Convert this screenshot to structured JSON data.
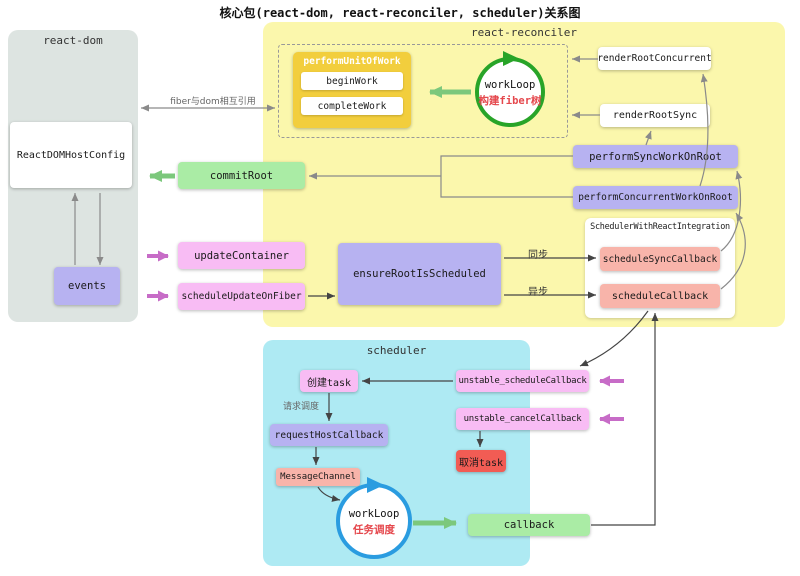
{
  "title": "核心包(react-dom, react-reconciler, scheduler)关系图",
  "react_dom": {
    "label": "react-dom",
    "host_config": "ReactDOMHostConfig",
    "events": "events"
  },
  "reconciler": {
    "label": "react-reconciler",
    "perform_unit_of_work": "performUnitOfWork",
    "begin_work": "beginWork",
    "complete_work": "completeWork",
    "work_loop": "workLoop",
    "work_loop_sub": "构建fiber树",
    "render_root_concurrent": "renderRootConcurrent",
    "render_root_sync": "renderRootSync",
    "perform_sync_work_on_root": "performSyncWorkOnRoot",
    "perform_concurrent_work_on_root": "performConcurrentWorkOnRoot",
    "commit_root": "commitRoot",
    "update_container": "updateContainer",
    "schedule_update_on_fiber": "scheduleUpdateOnFiber",
    "ensure_root_is_scheduled": "ensureRootIsScheduled",
    "integration": "SchedulerWithReactIntegration",
    "schedule_sync_callback": "scheduleSyncCallback",
    "schedule_callback": "scheduleCallback",
    "sync_label": "同步",
    "async_label": "异步",
    "fiber_dom_label": "fiber与dom相互引用"
  },
  "scheduler": {
    "label": "scheduler",
    "create_task": "创建task",
    "request_schedule": "请求调度",
    "request_host_callback": "requestHostCallback",
    "message_channel": "MessageChannel",
    "work_loop": "workLoop",
    "work_loop_sub": "任务调度",
    "unstable_schedule_callback": "unstable_scheduleCallback",
    "unstable_cancel_callback": "unstable_cancelCallback",
    "cancel_task": "取消task",
    "callback": "callback"
  },
  "colors": {
    "region_reconciler": "#fbf7ac",
    "region_scheduler": "#aeeaf3",
    "region_react_dom": "#dde4e1",
    "node_purple": "#b7b2f1",
    "node_pink": "#f8bcf4",
    "node_salmon": "#f8b4aa",
    "node_green": "#aaeca5",
    "node_red": "#f25c54",
    "node_gold": "#f2ce3d",
    "loop_green": "#28a428",
    "loop_blue": "#2a9ce0",
    "arrow_green": "#7cc87c",
    "arrow_magenta": "#c76cc7",
    "accent_red_text": "#e5484d"
  }
}
